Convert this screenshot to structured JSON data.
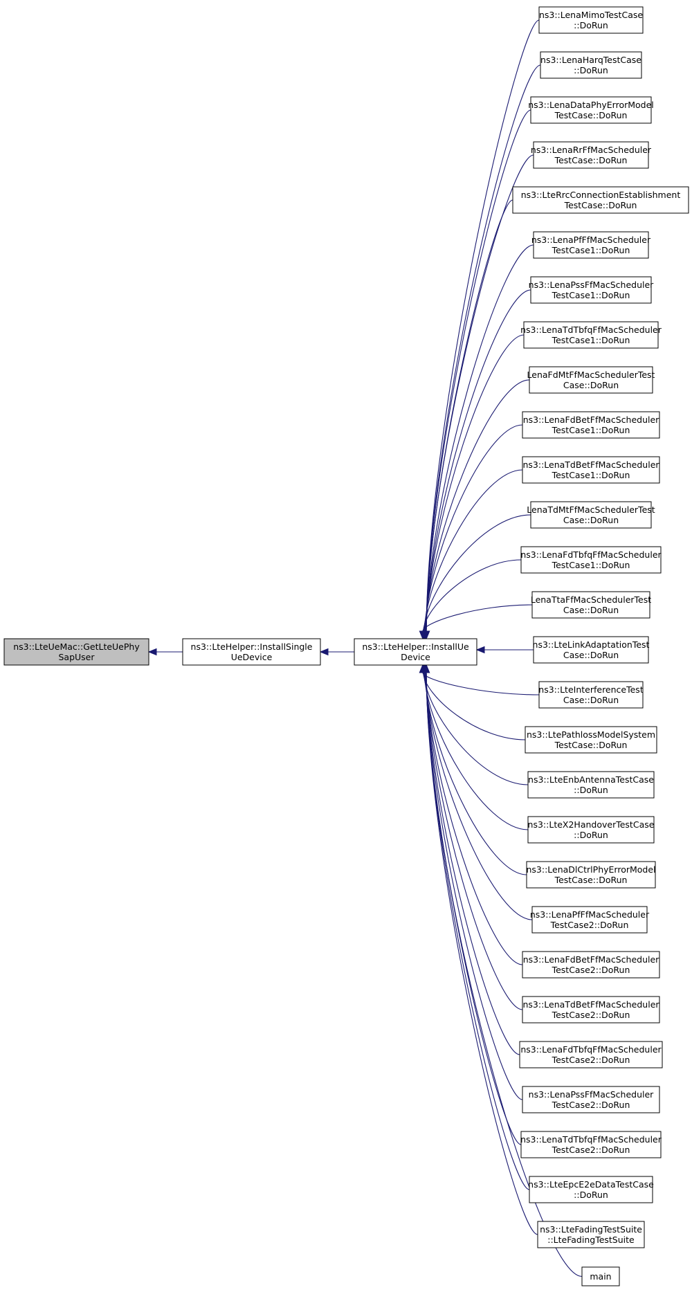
{
  "graph": {
    "edge_color": "#191970",
    "root_fill": "#bfbfbf",
    "nodes": [
      {
        "id": "getlteuephy",
        "name": "ns3-lteuemac-getlteuephysapuser-node",
        "lines": [
          "ns3::LteUeMac::GetLteUePhy",
          "SapUser"
        ],
        "root": true,
        "interactable": false
      },
      {
        "id": "installsingle",
        "name": "ns3-ltehelper-installsingleuedevice-node",
        "lines": [
          "ns3::LteHelper::InstallSingle",
          "UeDevice"
        ],
        "interactable": true
      },
      {
        "id": "installue",
        "name": "ns3-ltehelper-installuedevice-node",
        "lines": [
          "ns3::LteHelper::InstallUe",
          "Device"
        ],
        "interactable": true
      },
      {
        "id": "c1",
        "name": "lenamimotestcase-dorun-node",
        "lines": [
          "ns3::LenaMimoTestCase",
          "::DoRun"
        ],
        "interactable": true
      },
      {
        "id": "c2",
        "name": "lenaharqtestcase-dorun-node",
        "lines": [
          "ns3::LenaHarqTestCase",
          "::DoRun"
        ],
        "interactable": true
      },
      {
        "id": "c3",
        "name": "lenadataphyerrormodeltestcase-dorun-node",
        "lines": [
          "ns3::LenaDataPhyErrorModel",
          "TestCase::DoRun"
        ],
        "interactable": true
      },
      {
        "id": "c4",
        "name": "lenarrffmacschedulertestcase-dorun-node",
        "lines": [
          "ns3::LenaRrFfMacScheduler",
          "TestCase::DoRun"
        ],
        "interactable": true
      },
      {
        "id": "c5",
        "name": "lterrcconnectionestablishmenttestcase-dorun-node",
        "lines": [
          "ns3::LteRrcConnectionEstablishment",
          "TestCase::DoRun"
        ],
        "interactable": true
      },
      {
        "id": "c6",
        "name": "lenapfffmacschedulertestcase1-dorun-node",
        "lines": [
          "ns3::LenaPfFfMacScheduler",
          "TestCase1::DoRun"
        ],
        "interactable": true
      },
      {
        "id": "c7",
        "name": "lenapssffmacschedulertestcase1-dorun-node",
        "lines": [
          "ns3::LenaPssFfMacScheduler",
          "TestCase1::DoRun"
        ],
        "interactable": true
      },
      {
        "id": "c8",
        "name": "lenatdtbfqffmacschedulertestcase1-dorun-node",
        "lines": [
          "ns3::LenaTdTbfqFfMacScheduler",
          "TestCase1::DoRun"
        ],
        "interactable": true
      },
      {
        "id": "c9",
        "name": "lenafdmtffmacschedulertestcase-dorun-node",
        "lines": [
          "LenaFdMtFfMacSchedulerTest",
          "Case::DoRun"
        ],
        "interactable": true
      },
      {
        "id": "c10",
        "name": "lenafdbetffmacschedulertestcase1-dorun-node",
        "lines": [
          "ns3::LenaFdBetFfMacScheduler",
          "TestCase1::DoRun"
        ],
        "interactable": true
      },
      {
        "id": "c11",
        "name": "lenatdbetffmacschedulertestcase1-dorun-node",
        "lines": [
          "ns3::LenaTdBetFfMacScheduler",
          "TestCase1::DoRun"
        ],
        "interactable": true
      },
      {
        "id": "c12",
        "name": "lenatdmtffmacschedulertestcase-dorun-node",
        "lines": [
          "LenaTdMtFfMacSchedulerTest",
          "Case::DoRun"
        ],
        "interactable": true
      },
      {
        "id": "c13",
        "name": "lenafdtbfqffmacschedulertestcase1-dorun-node",
        "lines": [
          "ns3::LenaFdTbfqFfMacScheduler",
          "TestCase1::DoRun"
        ],
        "interactable": true
      },
      {
        "id": "c14",
        "name": "lenattaffmacschedulertestcase-dorun-node",
        "lines": [
          "LenaTtaFfMacSchedulerTest",
          "Case::DoRun"
        ],
        "interactable": true
      },
      {
        "id": "c15",
        "name": "ltelinkadaptationtestcase-dorun-node",
        "lines": [
          "ns3::LteLinkAdaptationTest",
          "Case::DoRun"
        ],
        "interactable": true
      },
      {
        "id": "c16",
        "name": "lteinterferencetestcase-dorun-node",
        "lines": [
          "ns3::LteInterferenceTest",
          "Case::DoRun"
        ],
        "interactable": true
      },
      {
        "id": "c17",
        "name": "ltepathlossmodelsystemtestcase-dorun-node",
        "lines": [
          "ns3::LtePathlossModelSystem",
          "TestCase::DoRun"
        ],
        "interactable": true
      },
      {
        "id": "c18",
        "name": "lteenbantennatestcase-dorun-node",
        "lines": [
          "ns3::LteEnbAntennaTestCase",
          "::DoRun"
        ],
        "interactable": true
      },
      {
        "id": "c19",
        "name": "ltex2handovertestcase-dorun-node",
        "lines": [
          "ns3::LteX2HandoverTestCase",
          "::DoRun"
        ],
        "interactable": true
      },
      {
        "id": "c20",
        "name": "lenadlctrlphyerrormodeltestcase-dorun-node",
        "lines": [
          "ns3::LenaDlCtrlPhyErrorModel",
          "TestCase::DoRun"
        ],
        "interactable": true
      },
      {
        "id": "c21",
        "name": "lenapfffmacschedulertestcase2-dorun-node",
        "lines": [
          "ns3::LenaPfFfMacScheduler",
          "TestCase2::DoRun"
        ],
        "interactable": true
      },
      {
        "id": "c22",
        "name": "lenafdbetffmacschedulertestcase2-dorun-node",
        "lines": [
          "ns3::LenaFdBetFfMacScheduler",
          "TestCase2::DoRun"
        ],
        "interactable": true
      },
      {
        "id": "c23",
        "name": "lenatdbetffmacschedulertestcase2-dorun-node",
        "lines": [
          "ns3::LenaTdBetFfMacScheduler",
          "TestCase2::DoRun"
        ],
        "interactable": true
      },
      {
        "id": "c24",
        "name": "lenafdtbfqffmacschedulertestcase2-dorun-node",
        "lines": [
          "ns3::LenaFdTbfqFfMacScheduler",
          "TestCase2::DoRun"
        ],
        "interactable": true
      },
      {
        "id": "c25",
        "name": "lenapssffmacschedulertestcase2-dorun-node",
        "lines": [
          "ns3::LenaPssFfMacScheduler",
          "TestCase2::DoRun"
        ],
        "interactable": true
      },
      {
        "id": "c26",
        "name": "lenatdtbfqffmacschedulertestcase2-dorun-node",
        "lines": [
          "ns3::LenaTdTbfqFfMacScheduler",
          "TestCase2::DoRun"
        ],
        "interactable": true
      },
      {
        "id": "c27",
        "name": "lteepce2edatatestcase-dorun-node",
        "lines": [
          "ns3::LteEpcE2eDataTestCase",
          "::DoRun"
        ],
        "interactable": true
      },
      {
        "id": "c28",
        "name": "ltefadingtestsuite-ltefadingtestsuite-node",
        "lines": [
          "ns3::LteFadingTestSuite",
          "::LteFadingTestSuite"
        ],
        "interactable": true
      },
      {
        "id": "c29",
        "name": "main-node",
        "lines": [
          "main"
        ],
        "interactable": true
      }
    ],
    "edges": [
      {
        "from": "installsingle",
        "to": "getlteuephy"
      },
      {
        "from": "installue",
        "to": "installsingle"
      },
      {
        "from": "c1",
        "to": "installue"
      },
      {
        "from": "c2",
        "to": "installue"
      },
      {
        "from": "c3",
        "to": "installue"
      },
      {
        "from": "c4",
        "to": "installue"
      },
      {
        "from": "c5",
        "to": "installue"
      },
      {
        "from": "c6",
        "to": "installue"
      },
      {
        "from": "c7",
        "to": "installue"
      },
      {
        "from": "c8",
        "to": "installue"
      },
      {
        "from": "c9",
        "to": "installue"
      },
      {
        "from": "c10",
        "to": "installue"
      },
      {
        "from": "c11",
        "to": "installue"
      },
      {
        "from": "c12",
        "to": "installue"
      },
      {
        "from": "c13",
        "to": "installue"
      },
      {
        "from": "c14",
        "to": "installue"
      },
      {
        "from": "c15",
        "to": "installue"
      },
      {
        "from": "c16",
        "to": "installue"
      },
      {
        "from": "c17",
        "to": "installue"
      },
      {
        "from": "c18",
        "to": "installue"
      },
      {
        "from": "c19",
        "to": "installue"
      },
      {
        "from": "c20",
        "to": "installue"
      },
      {
        "from": "c21",
        "to": "installue"
      },
      {
        "from": "c22",
        "to": "installue"
      },
      {
        "from": "c23",
        "to": "installue"
      },
      {
        "from": "c24",
        "to": "installue"
      },
      {
        "from": "c25",
        "to": "installue"
      },
      {
        "from": "c26",
        "to": "installue"
      },
      {
        "from": "c27",
        "to": "installue"
      },
      {
        "from": "c28",
        "to": "installue"
      },
      {
        "from": "c29",
        "to": "installue"
      }
    ]
  }
}
